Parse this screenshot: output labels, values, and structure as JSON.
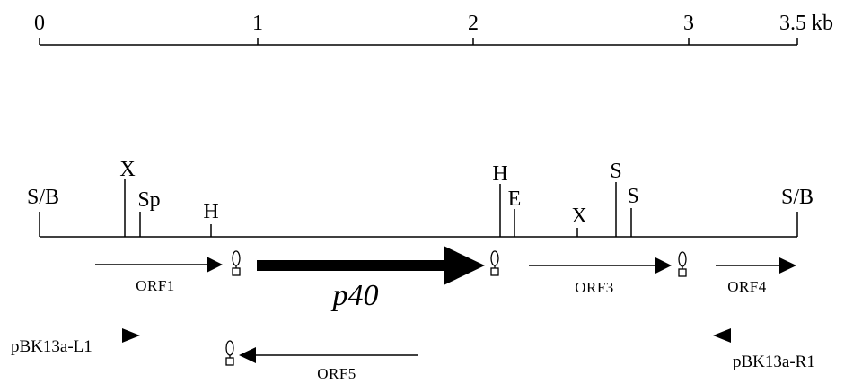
{
  "scale_bar": {
    "ticks": [
      "0",
      "1",
      "2",
      "3",
      "3.5 kb"
    ]
  },
  "restriction_sites": [
    {
      "label": "S/B"
    },
    {
      "label": "X"
    },
    {
      "label": "Sp"
    },
    {
      "label": "H"
    },
    {
      "label": "H"
    },
    {
      "label": "E"
    },
    {
      "label": "X"
    },
    {
      "label": "S"
    },
    {
      "label": "S"
    },
    {
      "label": "S/B"
    }
  ],
  "orfs": [
    {
      "label": "ORF1",
      "direction": "right"
    },
    {
      "label": "p40",
      "direction": "right"
    },
    {
      "label": "ORF3",
      "direction": "right"
    },
    {
      "label": "ORF4",
      "direction": "right"
    },
    {
      "label": "ORF5",
      "direction": "left"
    }
  ],
  "primers": [
    {
      "label": "pBK13a-L1",
      "direction": "right"
    },
    {
      "label": "pBK13a-R1",
      "direction": "left"
    }
  ]
}
